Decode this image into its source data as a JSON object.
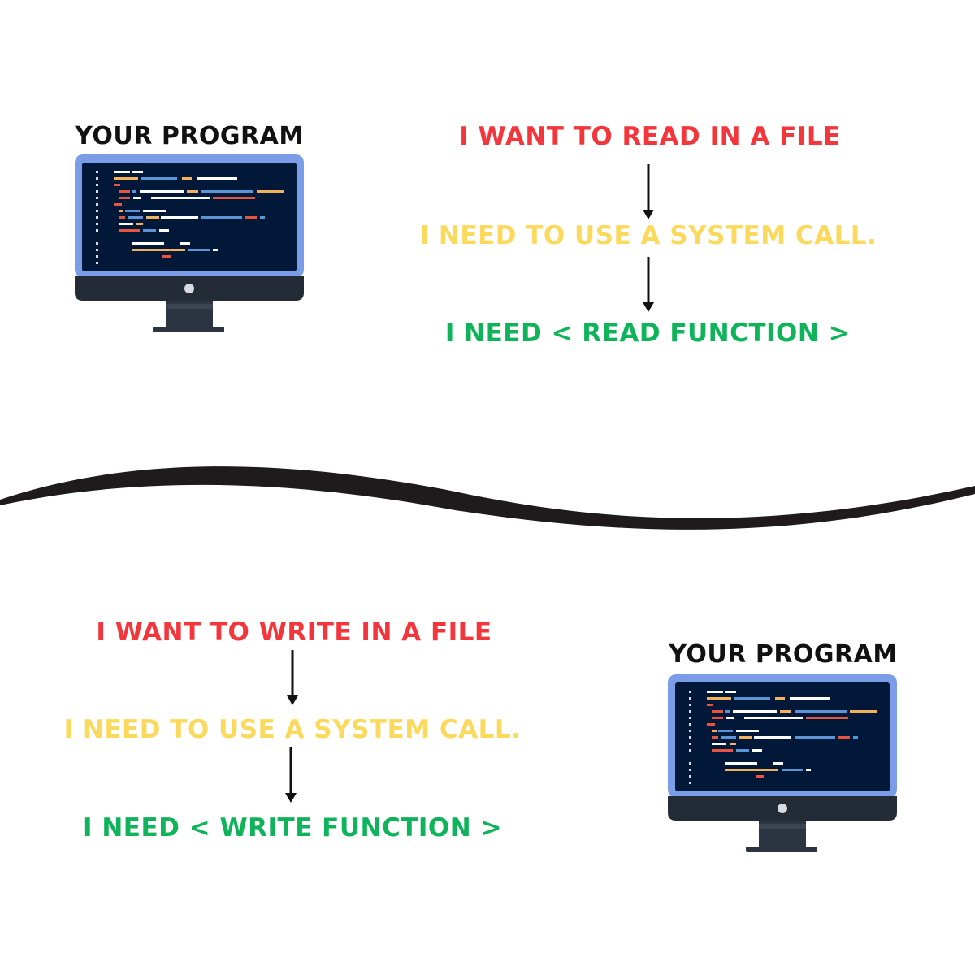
{
  "colors": {
    "want": "#f2363c",
    "system_call": "#fbd95c",
    "need": "#0fb45a",
    "title": "#111111",
    "arrow": "#111111",
    "monitor_frame": "#7b9de8",
    "monitor_screen": "#021838",
    "monitor_base": "#232b36"
  },
  "read_section": {
    "program_label": "YOUR PROGRAM",
    "step1": "I WANT TO READ IN A FILE",
    "step2": "I NEED TO USE A SYSTEM CALL.",
    "step3": "I NEED < READ FUNCTION >"
  },
  "write_section": {
    "program_label": "YOUR PROGRAM",
    "step1": "I WANT TO WRITE IN A FILE",
    "step2": "I NEED TO USE A SYSTEM CALL.",
    "step3": "I NEED < WRITE FUNCTION >"
  }
}
